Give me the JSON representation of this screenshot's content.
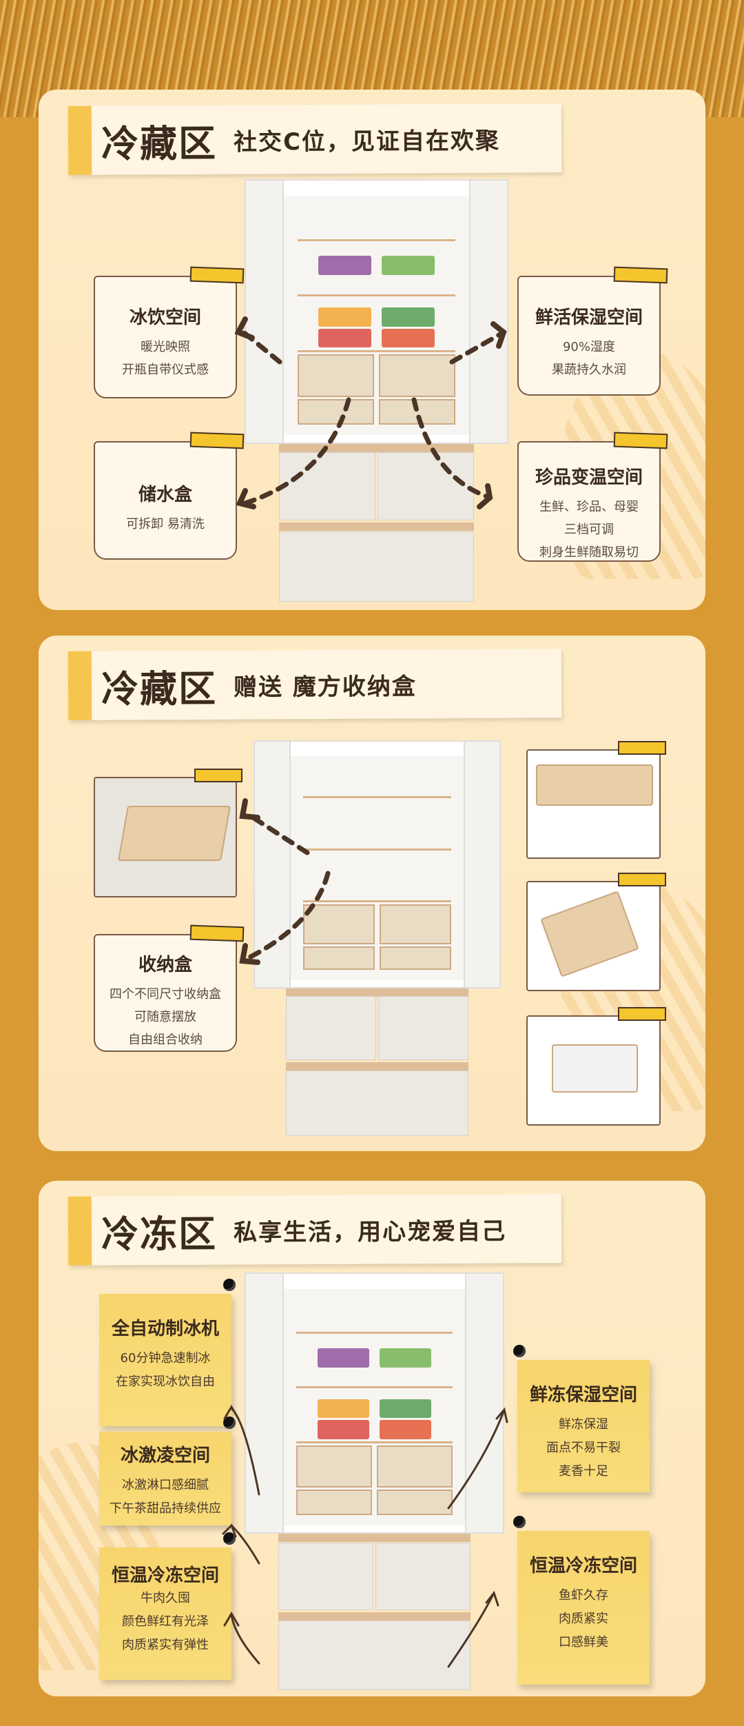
{
  "sections": [
    {
      "title": "冷藏区",
      "subtitle": "社交C位，见证自在欢聚",
      "cards": [
        {
          "title": "冰饮空间",
          "lines": [
            "暖光映照",
            "开瓶自带仪式感"
          ]
        },
        {
          "title": "鲜活保湿空间",
          "lines": [
            "90%湿度",
            "果蔬持久水润"
          ]
        },
        {
          "title": "储水盒",
          "lines": [
            "可拆卸 易清洗"
          ]
        },
        {
          "title": "珍品变温空间",
          "lines": [
            "生鲜、珍品、母婴",
            "三档可调",
            "刺身生鲜随取易切"
          ]
        }
      ]
    },
    {
      "title": "冷藏区",
      "subtitle": "赠送  魔方收纳盒",
      "cards": [
        {
          "title": "收纳盒",
          "lines": [
            "四个不同尺寸收纳盒",
            "可随意摆放",
            "自由组合收纳"
          ]
        }
      ]
    },
    {
      "title": "冷冻区",
      "subtitle": "私享生活，用心宠爱自己",
      "notes": [
        {
          "title": "全自动制冰机",
          "lines": [
            "60分钟急速制冰",
            "在家实现冰饮自由"
          ]
        },
        {
          "title": "冰激凌空间",
          "lines": [
            "冰激淋口感细腻",
            "下午茶甜品持续供应"
          ]
        },
        {
          "title": "恒温冷冻空间",
          "lines": [
            "牛肉久囤",
            "颜色鲜红有光泽",
            "肉质紧实有弹性"
          ]
        },
        {
          "title": "鲜冻保湿空间",
          "lines": [
            "鲜冻保湿",
            "面点不易干裂",
            "麦香十足"
          ]
        },
        {
          "title": "恒温冷冻空间",
          "lines": [
            "鱼虾久存",
            "肉质紧实",
            "口感鲜美"
          ]
        }
      ]
    }
  ],
  "colors": {
    "background": "#d99a34",
    "panel": "#fdebc6",
    "accent": "#f6c54e",
    "note": "#f7d56c",
    "text": "#3b2a1e"
  }
}
